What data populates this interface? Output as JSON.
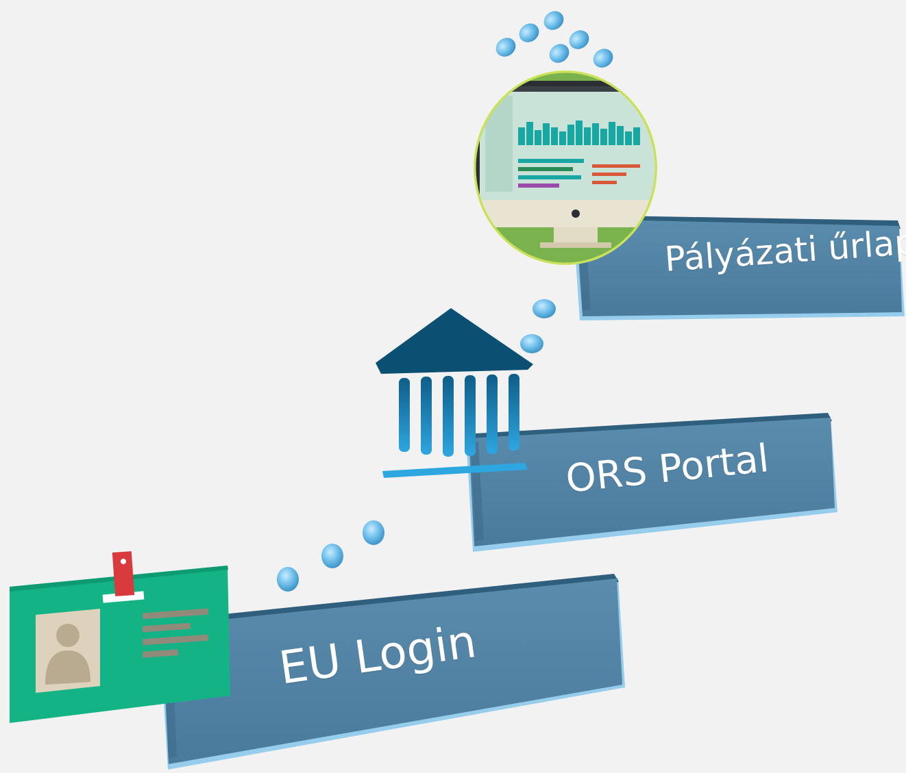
{
  "steps": [
    {
      "label": "EU Login"
    },
    {
      "label": "ORS Portal"
    },
    {
      "label": "Pályázati űrlap"
    }
  ],
  "colors": {
    "background": "#f2f2f2",
    "box_face": "#4f81a3",
    "box_edge": "#3d6a8a",
    "box_glow": "#7ec2ea",
    "dot": "#6fbfea",
    "card_green": "#13b386",
    "card_clip": "#d7393c",
    "building_top": "#0b4f73",
    "building_column": "#1a8ccc",
    "monitor_bezel": "#2b2f33",
    "monitor_screen": "#c9e3d9",
    "circle_green": "#7ab34d"
  },
  "icons": [
    "id-card-icon",
    "bank-building-icon",
    "computer-monitor-icon"
  ]
}
